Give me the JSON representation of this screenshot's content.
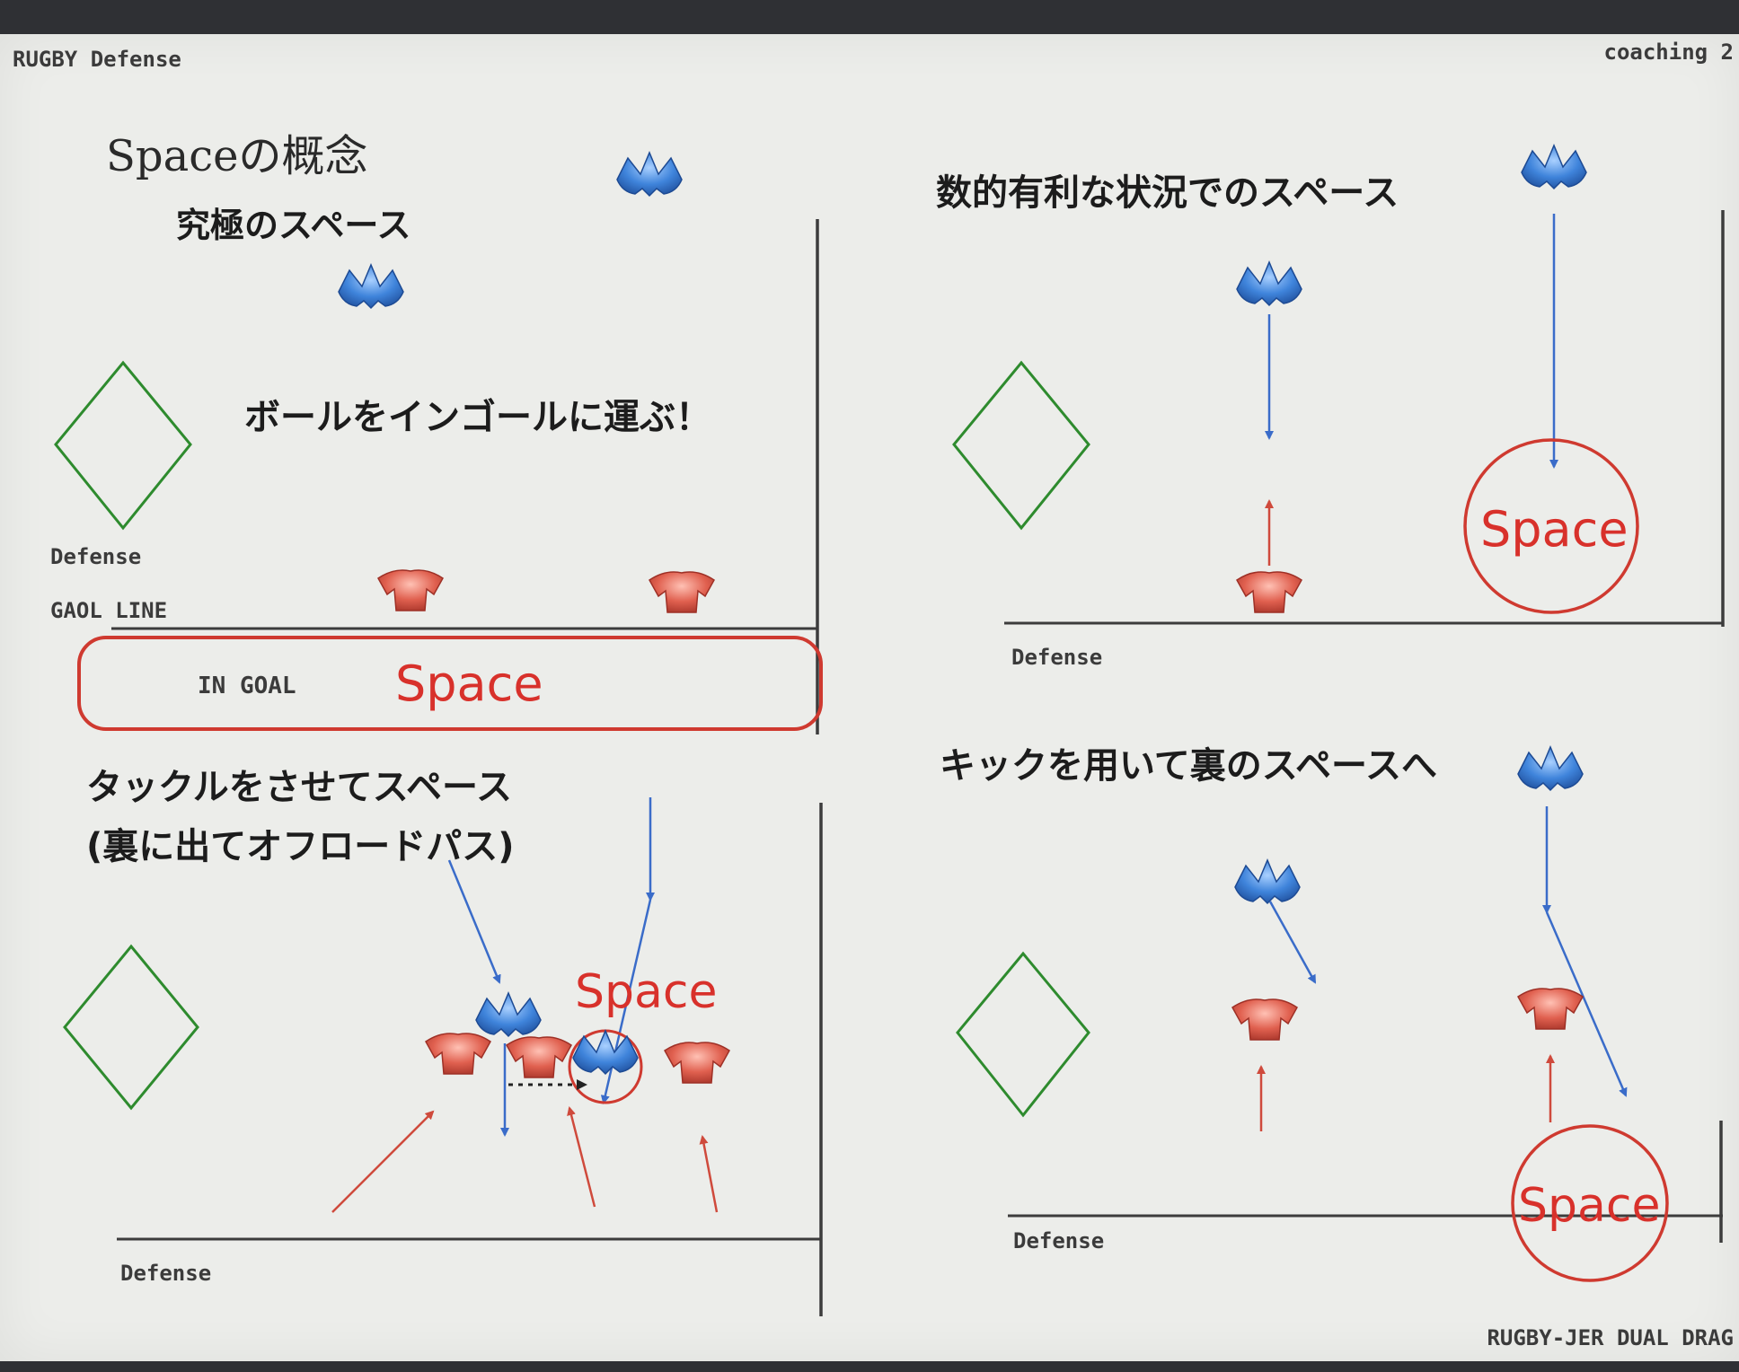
{
  "header": {
    "left": "RUGBY Defense",
    "right": "coaching 2",
    "footer": "RUGBY-JER DUAL DRAG"
  },
  "panel1": {
    "title": "Spaceの概念",
    "subtitle": "究極のスペース",
    "caption": "ボールをインゴールに運ぶ！",
    "defense_label": "Defense",
    "goal_line_label": "GAOL LINE",
    "in_goal_label": "IN GOAL",
    "space_label": "Space"
  },
  "panel2": {
    "title": "数的有利な状況でのスペース",
    "defense_label": "Defense",
    "space_label": "Space"
  },
  "panel3": {
    "title_line1": "タックルをさせてスペース",
    "title_line2": "(裏に出てオフロードパス)",
    "defense_label": "Defense",
    "space_label": "Space"
  },
  "panel4": {
    "title": "キックを用いて裏のスペースへ",
    "defense_label": "Defense",
    "space_label": "Space"
  },
  "colors": {
    "attack": "#3a7fd6",
    "defense": "#d9544a",
    "space": "#d8312b",
    "cone": "#2e8b2e"
  }
}
